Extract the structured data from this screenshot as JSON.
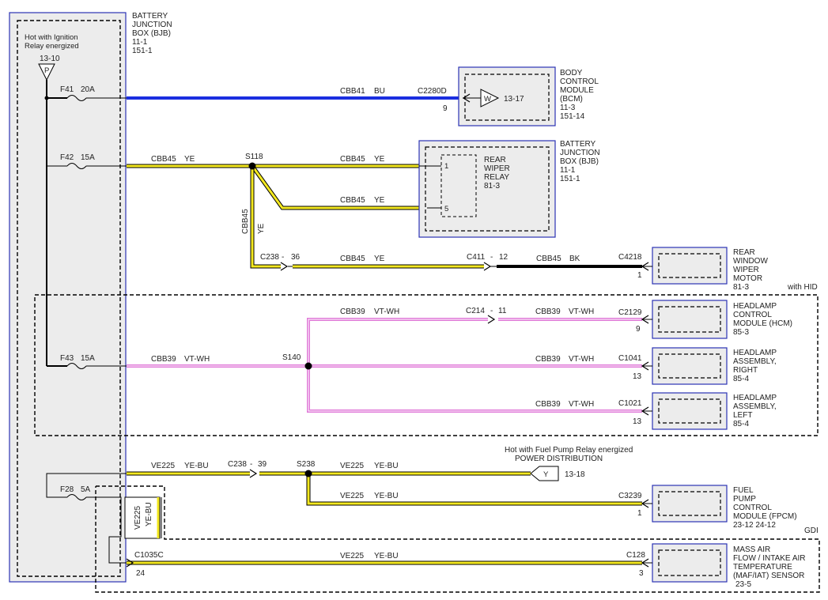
{
  "colors": {
    "BU": "#1a2ee0",
    "YE": "#f3e81f",
    "BK": "#000000",
    "VT-WH": "#e07ad8",
    "YE-BU": "#f3e81f",
    "module_border": "#2b33b5",
    "module_fill": "#ececec"
  },
  "bjb": {
    "title_lines": [
      "BATTERY",
      "JUNCTION",
      "BOX (BJB)",
      "11-1",
      "151-1"
    ],
    "relay_note_lines": [
      "Hot with Ignition",
      "Relay energized"
    ],
    "relay_ref": "13-10",
    "relay_symbol": "P"
  },
  "fuses": {
    "f41": {
      "name": "F41",
      "rating": "20A"
    },
    "f42": {
      "name": "F42",
      "rating": "15A"
    },
    "f43": {
      "name": "F43",
      "rating": "15A"
    },
    "f28": {
      "name": "F28",
      "rating": "5A"
    }
  },
  "circuits": {
    "cbb41": {
      "circuit": "CBB41",
      "color": "BU"
    },
    "cbb45_1": {
      "circuit": "CBB45",
      "color": "YE"
    },
    "cbb45_2": {
      "circuit": "CBB45",
      "color": "YE"
    },
    "cbb45_3": {
      "circuit": "CBB45",
      "color": "YE"
    },
    "cbb45_vert": {
      "circuit": "CBB45",
      "color": "YE"
    },
    "cbb45_4": {
      "circuit": "CBB45",
      "color": "YE"
    },
    "cbb45_bk": {
      "circuit": "CBB45",
      "color": "BK"
    },
    "cbb39_1": {
      "circuit": "CBB39",
      "color": "VT-WH"
    },
    "cbb39_2": {
      "circuit": "CBB39",
      "color": "VT-WH"
    },
    "cbb39_3": {
      "circuit": "CBB39",
      "color": "VT-WH"
    },
    "cbb39_4": {
      "circuit": "CBB39",
      "color": "VT-WH"
    },
    "cbb39_5": {
      "circuit": "CBB39",
      "color": "VT-WH"
    },
    "ve225_1": {
      "circuit": "VE225",
      "color": "YE-BU"
    },
    "ve225_2": {
      "circuit": "VE225",
      "color": "YE-BU"
    },
    "ve225_3": {
      "circuit": "VE225",
      "color": "YE-BU"
    },
    "ve225_vert": {
      "circuit": "VE225",
      "color": "YE-BU"
    },
    "ve225_4": {
      "circuit": "VE225",
      "color": "YE-BU"
    }
  },
  "splices": {
    "s118": "S118",
    "s140": "S140",
    "s238": "S238"
  },
  "connectors": {
    "c2280d": {
      "name": "C2280D",
      "pin": "9"
    },
    "c238_36": {
      "name": "C238",
      "pin": "36"
    },
    "c411_12": {
      "name": "C411",
      "pin": "12"
    },
    "c4218": {
      "name": "C4218",
      "pin": "1"
    },
    "c214_11": {
      "name": "C214",
      "pin": "11"
    },
    "c2129": {
      "name": "C2129",
      "pin": "9"
    },
    "c1041": {
      "name": "C1041",
      "pin": "13"
    },
    "c1021": {
      "name": "C1021",
      "pin": "13"
    },
    "c238_39": {
      "name": "C238",
      "pin": "39"
    },
    "c3239": {
      "name": "C3239",
      "pin": "1"
    },
    "c1035c": {
      "name": "C1035C",
      "pin": "24"
    },
    "c128": {
      "name": "C128",
      "pin": "3"
    }
  },
  "modules": {
    "bcm": {
      "lines": [
        "BODY",
        "CONTROL",
        "MODULE",
        "(BCM)",
        "11-3",
        "151-14"
      ],
      "internal_symbol": "W",
      "internal_ref": "13-17"
    },
    "bjb_relay": {
      "lines": [
        "BATTERY",
        "JUNCTION",
        "BOX (BJB)",
        "11-1",
        "151-1"
      ],
      "relay_lines": [
        "REAR",
        "WIPER",
        "RELAY",
        "81-3"
      ],
      "pin_1": "1",
      "pin_5": "5"
    },
    "wiper_motor": {
      "lines": [
        "REAR",
        "WINDOW",
        "WIPER",
        "MOTOR",
        "81-3"
      ]
    },
    "hcm": {
      "lines": [
        "HEADLAMP",
        "CONTROL",
        "MODULE (HCM)",
        "85-3"
      ]
    },
    "headlamp_right": {
      "lines": [
        "HEADLAMP",
        "ASSEMBLY,",
        "RIGHT",
        "85-4"
      ]
    },
    "headlamp_left": {
      "lines": [
        "HEADLAMP",
        "ASSEMBLY,",
        "LEFT",
        "85-4"
      ]
    },
    "fpcm": {
      "lines": [
        "FUEL",
        "PUMP",
        "CONTROL",
        "MODULE (FPCM)",
        "23-12   24-12"
      ]
    },
    "maf": {
      "lines": [
        "MASS AIR",
        "FLOW / INTAKE AIR",
        "TEMPERATURE",
        "(MAF/IAT) SENSOR",
        "23-5"
      ]
    }
  },
  "options": {
    "hid": "with HID",
    "gdi": "GDI"
  },
  "fuel_pump_note": {
    "lines": [
      "Hot with Fuel Pump Relay energized",
      "POWER DISTRIBUTION"
    ],
    "symbol": "Y",
    "ref": "13-18"
  }
}
